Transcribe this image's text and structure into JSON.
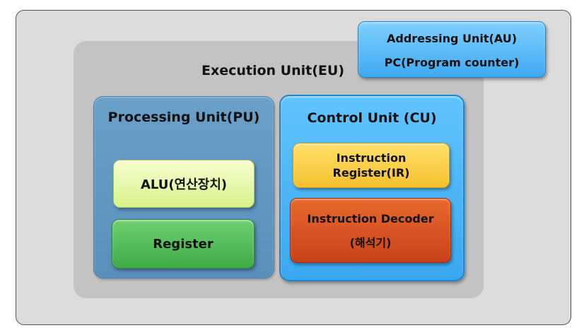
{
  "execution_unit": {
    "title": "Execution Unit(EU)"
  },
  "addressing_unit": {
    "line1": "Addressing Unit(AU)",
    "line2": "PC(Program counter)"
  },
  "processing_unit": {
    "title": "Processing Unit(PU)",
    "alu": "ALU(연산장치)",
    "register": "Register"
  },
  "control_unit": {
    "title": "Control Unit (CU)",
    "instruction_register": {
      "line1": "Instruction",
      "line2": "Register(IR)"
    },
    "instruction_decoder": {
      "line1": "Instruction Decoder",
      "line2": "(해석기)"
    }
  },
  "colors": {
    "outer_background": "#dcdcdc",
    "execution_unit": "#c3c3c3",
    "addressing_unit": "#4db5f7",
    "processing_unit": "#6399c2",
    "control_unit": "#4bb5f7",
    "alu": "#e8f8a8",
    "register": "#55be5c",
    "instruction_register": "#f8cf45",
    "instruction_decoder": "#d85522"
  }
}
